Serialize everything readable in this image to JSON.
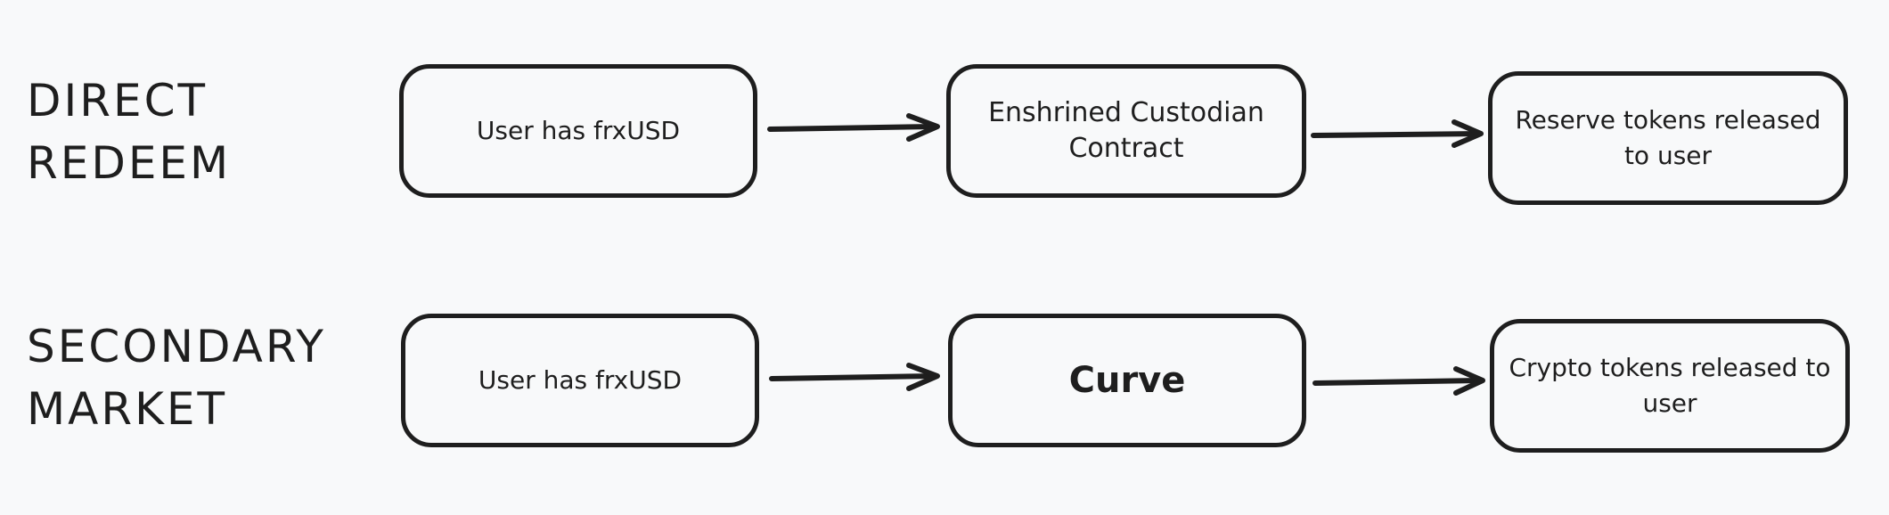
{
  "rows": [
    {
      "label_line1": "DIRECT",
      "label_line2": "REDEEM",
      "nodes": [
        "User has frxUSD",
        "Enshrined Custodian Contract",
        "Reserve tokens released to user"
      ]
    },
    {
      "label_line1": "SECONDARY",
      "label_line2": "MARKET",
      "nodes": [
        "User has frxUSD",
        "Curve",
        "Crypto tokens released to user"
      ]
    }
  ],
  "colors": {
    "background": "#f8f9fa",
    "stroke": "#1e1e1e"
  }
}
